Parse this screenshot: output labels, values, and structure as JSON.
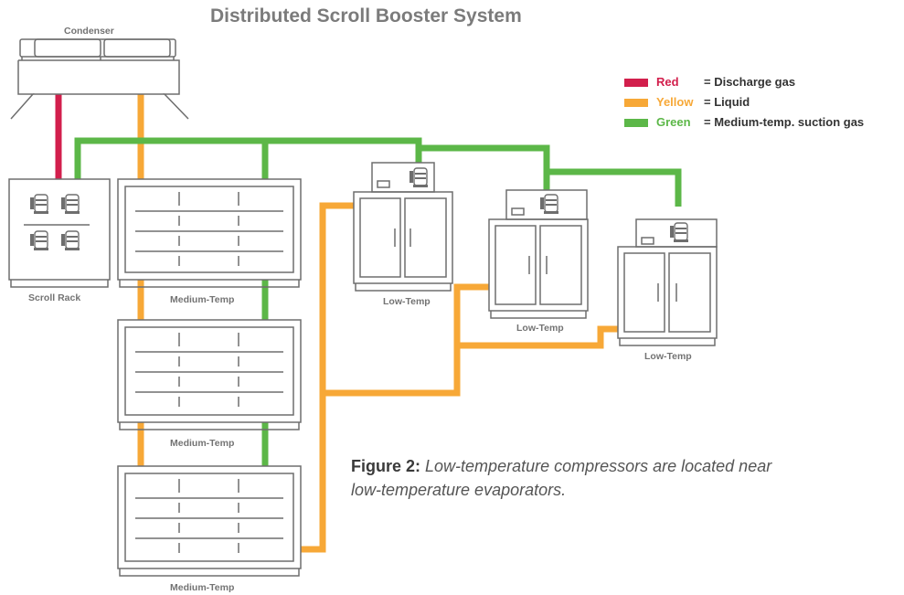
{
  "title": "Distributed Scroll Booster System",
  "colors": {
    "discharge": "#d21f4c",
    "liquid": "#f7a837",
    "suction": "#5cb748",
    "outline": "#6e6e6e",
    "text": "#737373"
  },
  "legend": [
    {
      "name": "Red",
      "meaning": "= Discharge gas",
      "color": "#d21f4c"
    },
    {
      "name": "Yellow",
      "meaning": "= Liquid",
      "color": "#f7a837"
    },
    {
      "name": "Green",
      "meaning": "= Medium-temp. suction gas",
      "color": "#5cb748"
    }
  ],
  "labels": {
    "condenser": "Condenser",
    "scroll_rack": "Scroll Rack",
    "medium_temp": "Medium-Temp",
    "low_temp": "Low-Temp"
  },
  "caption": {
    "heading": "Figure 2:",
    "body": "Low-temperature compressors are located near low-temperature evaporators."
  },
  "icons": [
    "condenser-icon",
    "scroll-rack-icon",
    "medium-temp-case-icon",
    "low-temp-case-icon",
    "compressor-icon"
  ]
}
